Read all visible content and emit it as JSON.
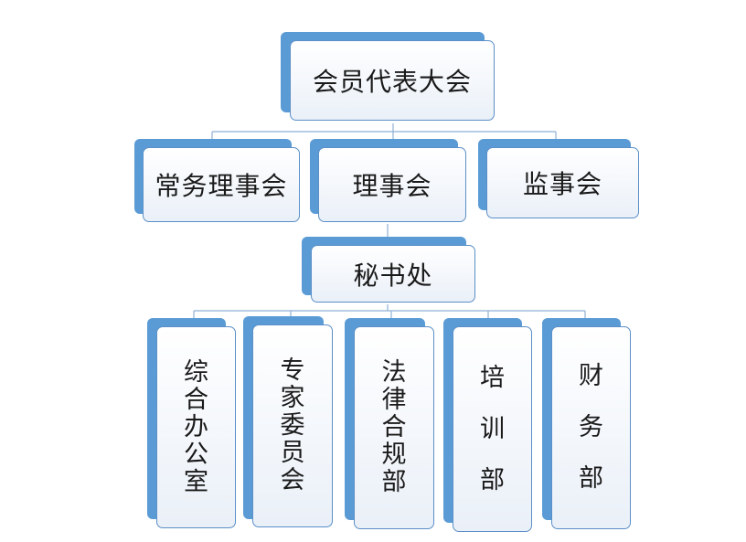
{
  "colors": {
    "accent": "#5b9bd5",
    "border": "#5b8fc7",
    "connector": "#8fb0d6",
    "text": "#1a1a1a"
  },
  "nodes": {
    "general_assembly": "会员代表大会",
    "standing_council": "常务理事会",
    "council": "理事会",
    "supervisory_board": "监事会",
    "secretariat": "秘书处",
    "departments": [
      {
        "name": "综合办公室"
      },
      {
        "name": "专家委员会"
      },
      {
        "name": "法律合规部"
      },
      {
        "name": "培训部"
      },
      {
        "name": "财务部"
      }
    ]
  }
}
